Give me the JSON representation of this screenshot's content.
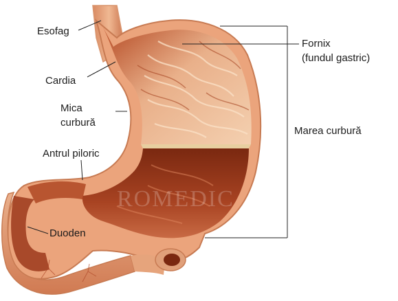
{
  "labels": {
    "esofag": "Esofag",
    "cardia": "Cardia",
    "mica_line1": "Mica",
    "mica_line2": "curbură",
    "antrul": "Antrul piloric",
    "duoden": "Duoden",
    "fornix_line1": "Fornix",
    "fornix_line2": "(fundul gastric)",
    "marea": "Marea curbură"
  },
  "watermark": "ROMEDIC",
  "colors": {
    "tissue_dark": "#8c3418",
    "tissue_mid": "#c8643c",
    "tissue_light": "#f2c4a0",
    "outer_wall": "#e8a07a",
    "leader_line": "#222222"
  }
}
